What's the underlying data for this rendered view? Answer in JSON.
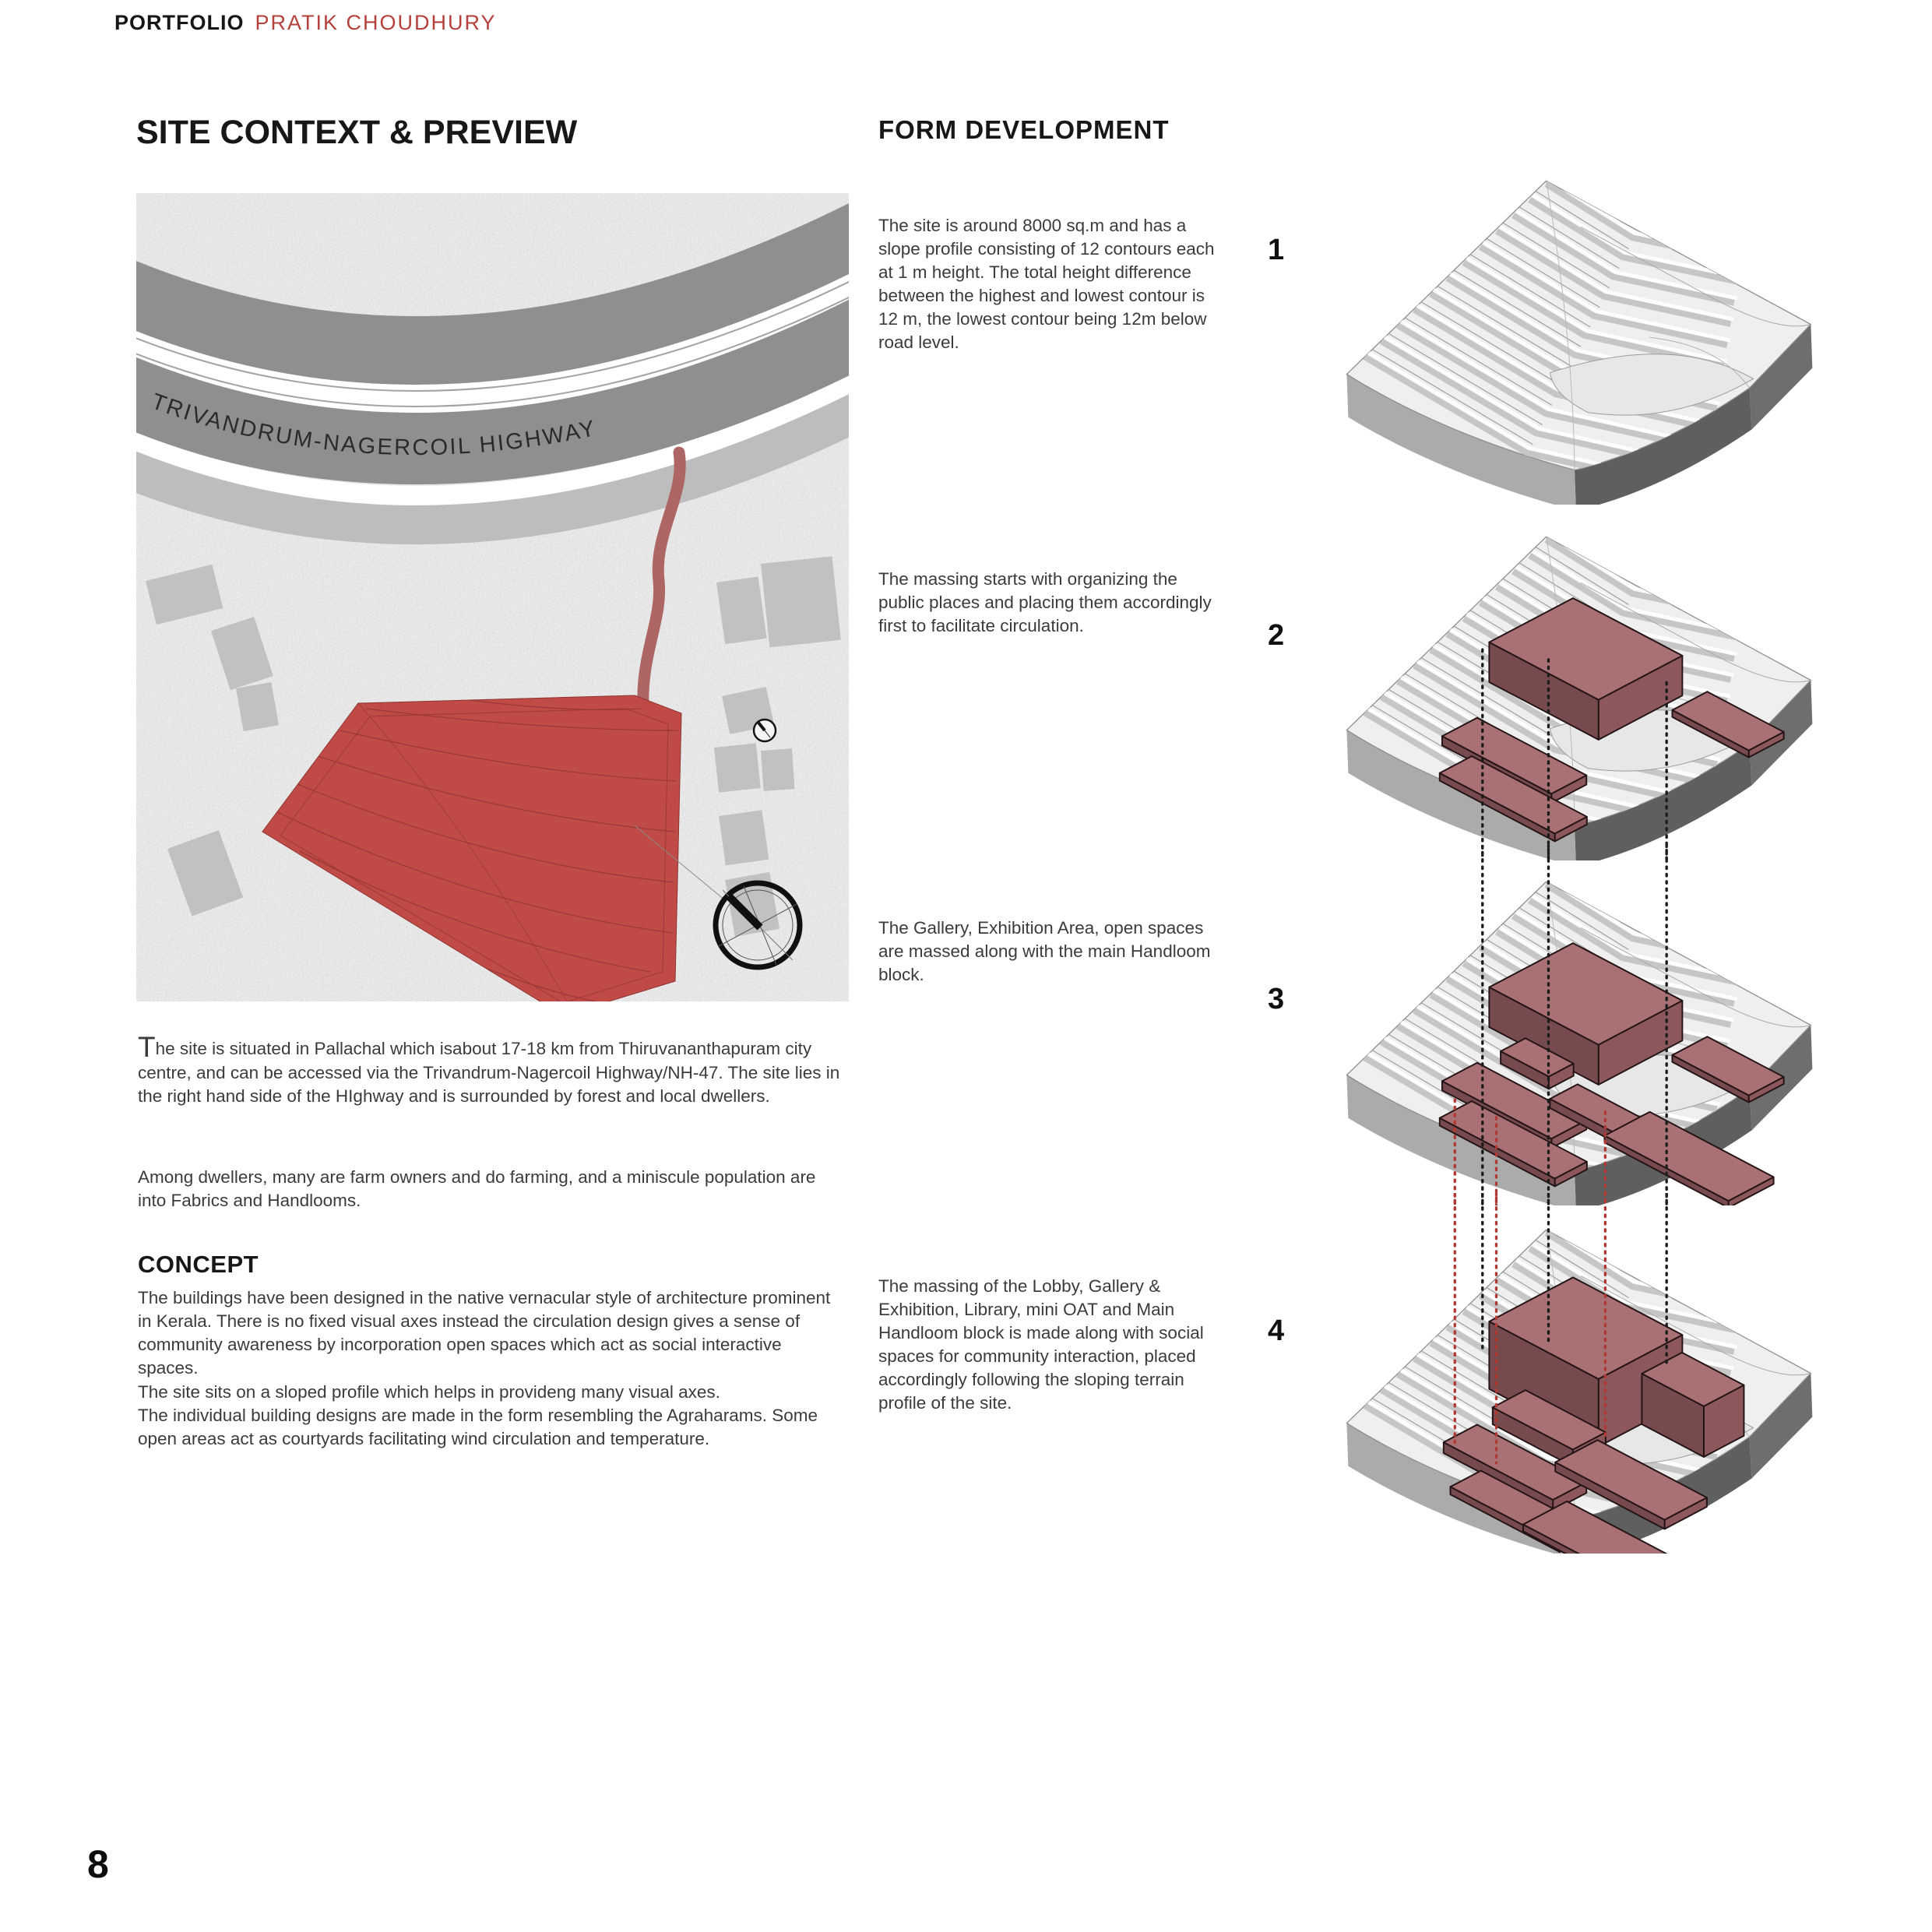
{
  "page": {
    "number": "8"
  },
  "header": {
    "brand": "PORTFOLIO",
    "author": "PRATIK CHOUDHURY",
    "accent_color": "#b5413c"
  },
  "site_context": {
    "title": "SITE CONTEXT & PREVIEW",
    "map": {
      "highway_label": "TRIVANDRUM-NAGERCOIL HIGHWAY",
      "site_color": "#c04a46",
      "road_color": "#ad6663",
      "contour_color": "#8e3432"
    },
    "intro": {
      "dropcap": "T",
      "text": "he site is situated in Pallachal which isabout 17-18 km from Thiruvananthapuram city centre, and can be accessed via the Trivandrum-Nagercoil Highway/NH-47. The site lies in the right hand side of the HIghway and is surrounded by forest and local dwellers."
    },
    "intro2": "Among dwellers, many are farm owners and do farming, and a miniscule population are into Fabrics and Handlooms.",
    "concept": {
      "title": "CONCEPT",
      "paragraphs": [
        "The buildings have been designed in the native vernacular style of architecture prominent in Kerala. There is no fixed visual axes instead the circulation design gives a sense of community awareness by incorporation open spaces which act as social interactive spaces.",
        "The site sits on a sloped profile which helps in provideng many visual axes.",
        "The individual building designs are made in the form resembling the Agraharams. Some open areas act as courtyards facilitating wind circulation and temperature."
      ]
    }
  },
  "form_development": {
    "title": "FORM DEVELOPMENT",
    "steps": [
      {
        "number": "1",
        "text": "The site is around 8000 sq.m and has a slope profile consisting of 12 contours each at 1 m height. The total height difference between the highest and lowest contour is 12 m, the lowest contour being 12m below road level."
      },
      {
        "number": "2",
        "text": "The massing starts with organizing the public places and placing them accordingly first to facilitate circulation."
      },
      {
        "number": "3",
        "text": "The Gallery, Exhibition Area, open spaces are massed along with the main Handloom block."
      },
      {
        "number": "4",
        "text": "The massing of the Lobby, Gallery & Exhibition, Library, mini OAT and Main Handloom block is made along with social spaces for community interaction, placed accordingly following the sloping terrain profile of the site."
      }
    ]
  }
}
